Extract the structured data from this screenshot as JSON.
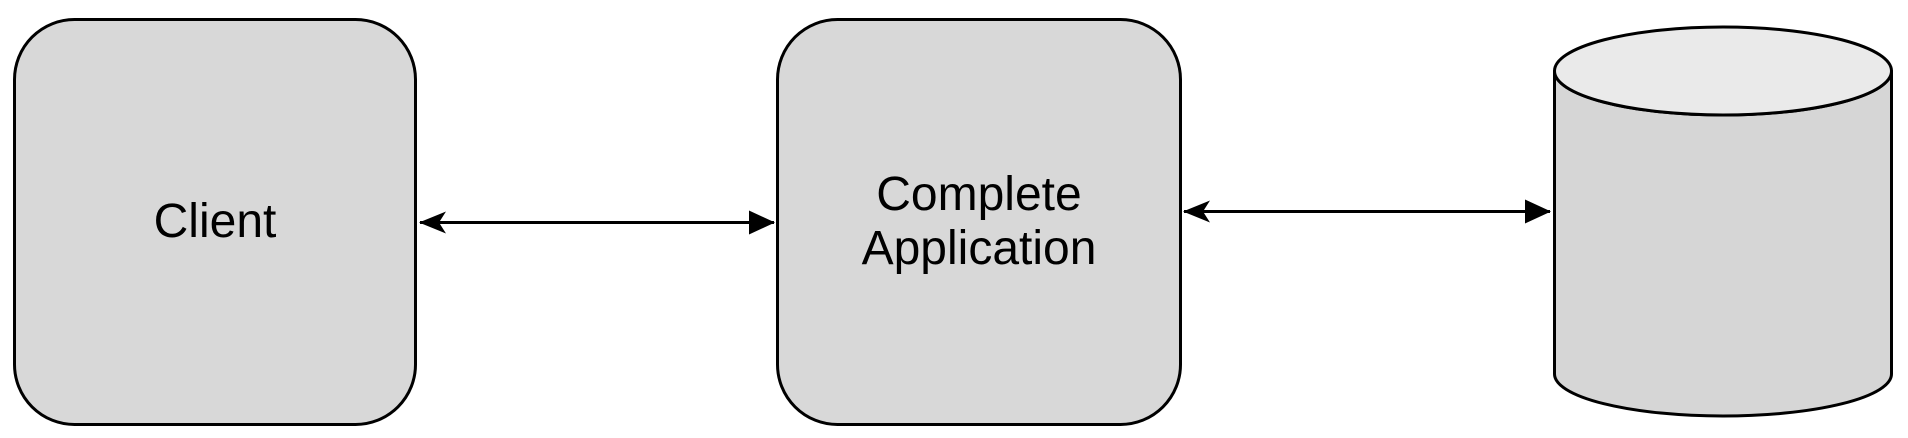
{
  "diagram": {
    "background_color": "#ffffff",
    "stroke_color": "#000000",
    "text_color": "#000000",
    "node_fill": "#d8d8d8",
    "cylinder_body_fill": "#d6d6d6",
    "cylinder_top_fill": "#eaeaea",
    "nodes": [
      {
        "id": "client",
        "shape": "rounded-rectangle",
        "label": "Client"
      },
      {
        "id": "complete-application",
        "shape": "rounded-rectangle",
        "label": "Complete\nApplication"
      },
      {
        "id": "database",
        "shape": "cylinder",
        "label": ""
      }
    ],
    "connectors": [
      {
        "from": "client",
        "to": "complete-application",
        "type": "double-headed-arrow"
      },
      {
        "from": "complete-application",
        "to": "database",
        "type": "double-headed-arrow"
      }
    ]
  }
}
